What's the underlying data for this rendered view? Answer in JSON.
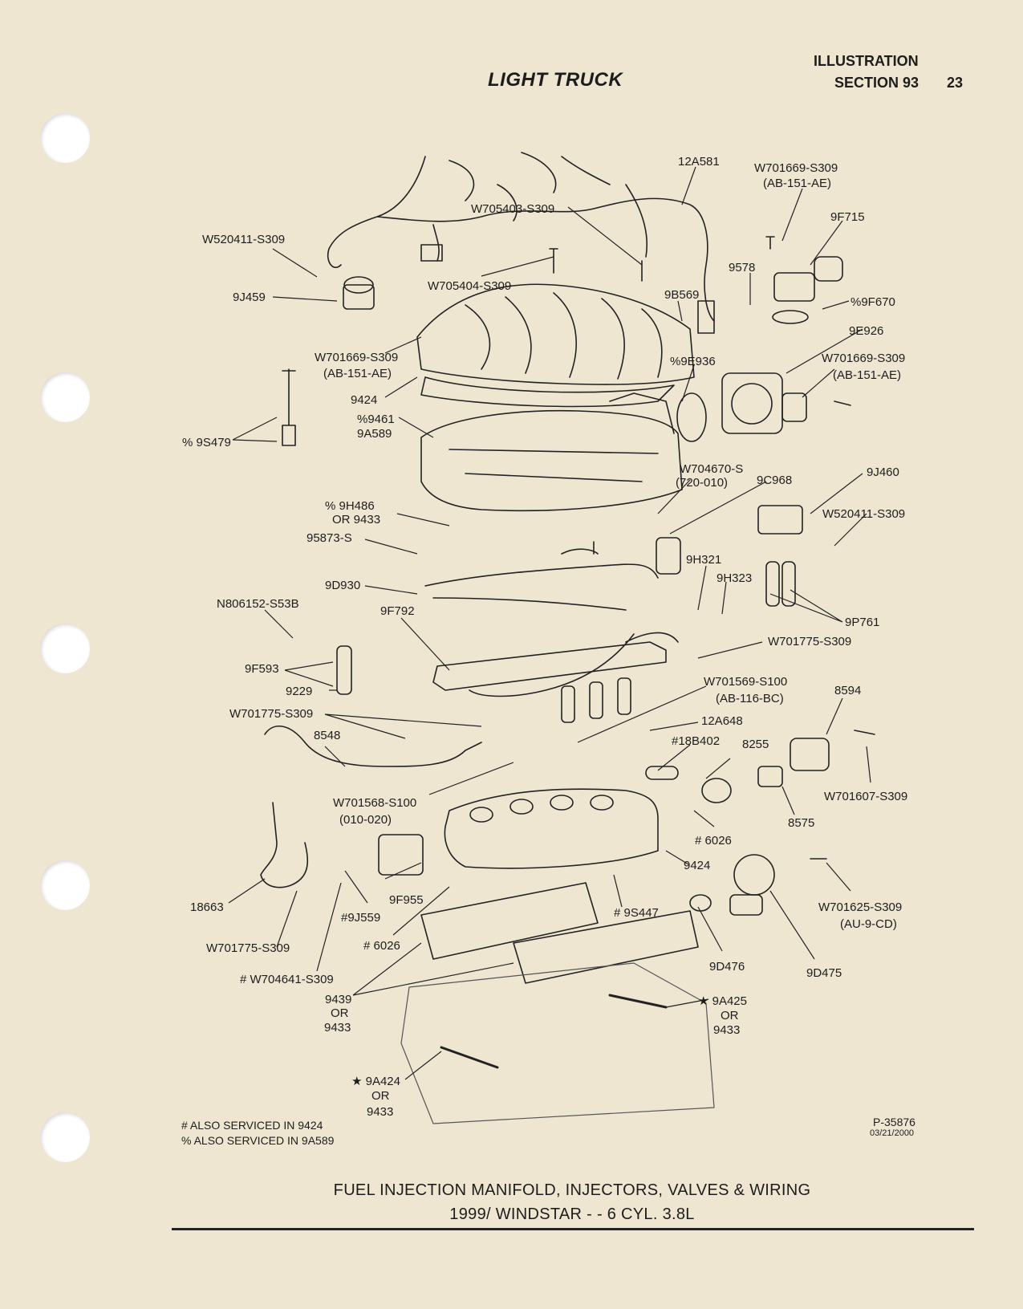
{
  "header": {
    "title": "LIGHT TRUCK",
    "illustration": "ILLUSTRATION",
    "section": "SECTION 93",
    "page": "23"
  },
  "labels": [
    {
      "text": "12A581"
    },
    {
      "text": "W701669-S309"
    },
    {
      "text": "(AB-151-AE)"
    },
    {
      "text": "9F715"
    },
    {
      "text": "W705403-S309"
    },
    {
      "text": "W520411-S309"
    },
    {
      "text": "9578"
    },
    {
      "text": "W705404-S309"
    },
    {
      "text": "9J459"
    },
    {
      "text": "9B569"
    },
    {
      "text": "%9F670"
    },
    {
      "text": "9E926"
    },
    {
      "text": "W701669-S309"
    },
    {
      "text": "(AB-151-AE)"
    },
    {
      "text": "%9E936"
    },
    {
      "text": "W701669-S309"
    },
    {
      "text": "(AB-151-AE)"
    },
    {
      "text": "9424"
    },
    {
      "text": "%9461"
    },
    {
      "text": "9A589"
    },
    {
      "text": "% 9S479"
    },
    {
      "text": "W704670-S"
    },
    {
      "text": "(720-010)"
    },
    {
      "text": "9C968"
    },
    {
      "text": "9J460"
    },
    {
      "text": "% 9H486"
    },
    {
      "text": "OR 9433"
    },
    {
      "text": "W520411-S309"
    },
    {
      "text": "95873-S"
    },
    {
      "text": "9H321"
    },
    {
      "text": "9H323"
    },
    {
      "text": "9D930"
    },
    {
      "text": "N806152-S53B"
    },
    {
      "text": "9F792"
    },
    {
      "text": "9P761"
    },
    {
      "text": "W701775-S309"
    },
    {
      "text": "9F593"
    },
    {
      "text": "9229"
    },
    {
      "text": "W701569-S100"
    },
    {
      "text": "(AB-116-BC)"
    },
    {
      "text": "8594"
    },
    {
      "text": "W701775-S309"
    },
    {
      "text": "12A648"
    },
    {
      "text": "8548"
    },
    {
      "text": "#18B402"
    },
    {
      "text": "8255"
    },
    {
      "text": "W701607-S309"
    },
    {
      "text": "W701568-S100"
    },
    {
      "text": "(010-020)"
    },
    {
      "text": "8575"
    },
    {
      "text": "# 6026"
    },
    {
      "text": "9424"
    },
    {
      "text": "18663"
    },
    {
      "text": "9F955"
    },
    {
      "text": "# 9S447"
    },
    {
      "text": "W701625-S309"
    },
    {
      "text": "(AU-9-CD)"
    },
    {
      "text": "#9J559"
    },
    {
      "text": "# 6026"
    },
    {
      "text": "W701775-S309"
    },
    {
      "text": "9D476"
    },
    {
      "text": "9D475"
    },
    {
      "text": "# W704641-S309"
    },
    {
      "text": "9439"
    },
    {
      "text": "OR"
    },
    {
      "text": "9433"
    },
    {
      "text": "★ 9A425"
    },
    {
      "text": "OR"
    },
    {
      "text": "9433"
    },
    {
      "text": "★ 9A424"
    },
    {
      "text": "OR"
    },
    {
      "text": "9433"
    }
  ],
  "footnotes": {
    "also_9424": "# ALSO SERVICED IN 9424",
    "also_9a589": "% ALSO SERVICED IN 9A589",
    "part_number": "P-35876",
    "date": "03/21/2000"
  },
  "caption": {
    "line1": "FUEL INJECTION MANIFOLD, INJECTORS, VALVES & WIRING",
    "line2": "1999/ WINDSTAR - - 6 CYL. 3.8L"
  }
}
